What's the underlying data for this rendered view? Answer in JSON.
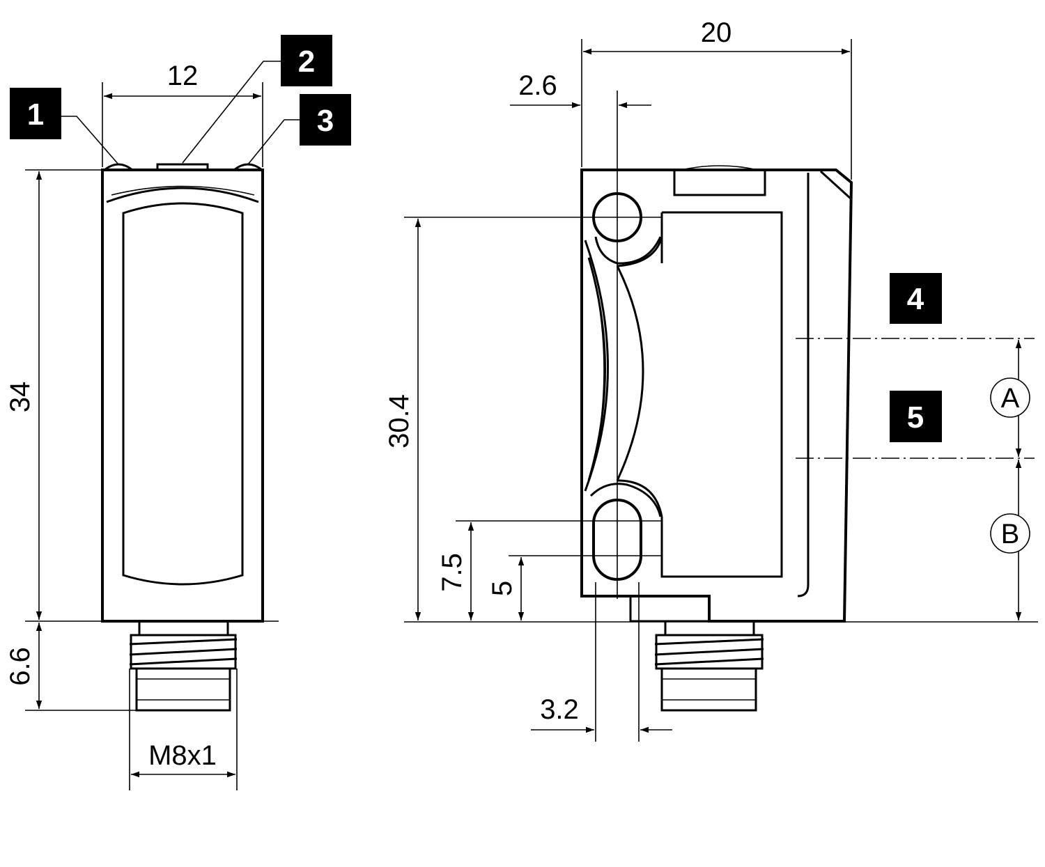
{
  "dimensions": {
    "width_12": "12",
    "height_34": "34",
    "connector_6_6": "6.6",
    "thread_m8": "M8x1",
    "width_20": "20",
    "offset_2_6": "2.6",
    "height_30_4": "30.4",
    "hole_7_5": "7.5",
    "hole_5": "5",
    "offset_3_2": "3.2"
  },
  "callouts": [
    "1",
    "2",
    "3",
    "4",
    "5"
  ],
  "axis_markers": [
    "A",
    "B"
  ],
  "colors": {
    "line": "#000000",
    "background": "#ffffff",
    "callout_fill": "#000000"
  }
}
